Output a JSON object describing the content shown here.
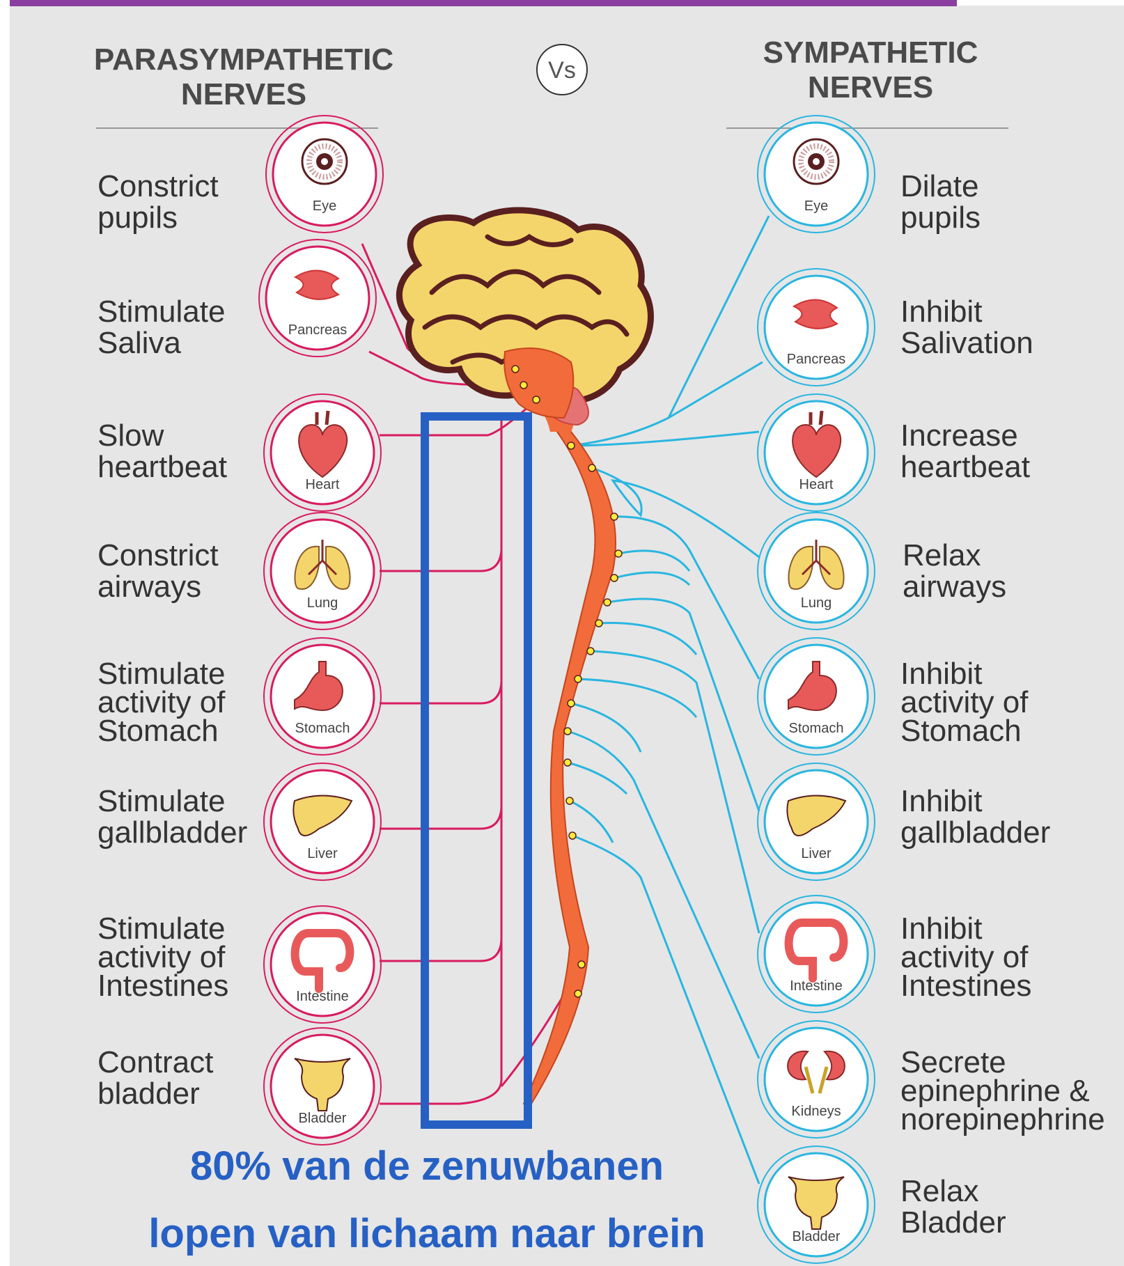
{
  "title_vs": "Vs",
  "left_heading": [
    "PARASYMPATHETIC",
    "NERVES"
  ],
  "right_heading": [
    "SYMPATHETIC",
    "NERVES"
  ],
  "parasympathetic": [
    {
      "organ": "Eye",
      "icon": "eye-icon",
      "effect": [
        "Constrict",
        "pupils"
      ]
    },
    {
      "organ": "Pancreas",
      "icon": "pancreas-icon",
      "effect": [
        "Stimulate",
        "Saliva"
      ]
    },
    {
      "organ": "Heart",
      "icon": "heart-icon",
      "effect": [
        "Slow",
        "heartbeat"
      ]
    },
    {
      "organ": "Lung",
      "icon": "lung-icon",
      "effect": [
        "Constrict",
        "airways"
      ]
    },
    {
      "organ": "Stomach",
      "icon": "stomach-icon",
      "effect": [
        "Stimulate",
        "activity of",
        "Stomach"
      ]
    },
    {
      "organ": "Liver",
      "icon": "liver-icon",
      "effect": [
        "Stimulate",
        "gallbladder"
      ]
    },
    {
      "organ": "Intestine",
      "icon": "intestine-icon",
      "effect": [
        "Stimulate",
        "activity of",
        "Intestines"
      ]
    },
    {
      "organ": "Bladder",
      "icon": "bladder-icon",
      "effect": [
        "Contract",
        "bladder"
      ]
    }
  ],
  "sympathetic": [
    {
      "organ": "Eye",
      "icon": "eye-icon",
      "effect": [
        "Dilate",
        "pupils"
      ]
    },
    {
      "organ": "Pancreas",
      "icon": "pancreas-icon",
      "effect": [
        "Inhibit",
        "Salivation"
      ]
    },
    {
      "organ": "Heart",
      "icon": "heart-icon",
      "effect": [
        "Increase",
        "heartbeat"
      ]
    },
    {
      "organ": "Lung",
      "icon": "lung-icon",
      "effect": [
        "Relax",
        "airways"
      ]
    },
    {
      "organ": "Stomach",
      "icon": "stomach-icon",
      "effect": [
        "Inhibit",
        "activity of",
        "Stomach"
      ]
    },
    {
      "organ": "Liver",
      "icon": "liver-icon",
      "effect": [
        "Inhibit",
        "gallbladder"
      ]
    },
    {
      "organ": "Intestine",
      "icon": "intestine-icon",
      "effect": [
        "Inhibit",
        "activity of",
        "Intestines"
      ]
    },
    {
      "organ": "Kidneys",
      "icon": "kidneys-icon",
      "effect": [
        "Secrete",
        "epinephrine &",
        "norepinephrine"
      ]
    },
    {
      "organ": "Bladder",
      "icon": "bladder-icon",
      "effect": [
        "Relax",
        "Bladder"
      ]
    }
  ],
  "caption": [
    "80% van de zenuwbanen",
    "lopen van lichaam naar brein"
  ],
  "colors": {
    "background": "#e6e6e6",
    "parasympathetic": "#d81b60",
    "sympathetic": "#29b6e0",
    "spine": "#f26b3a",
    "brain": "#f4d56b",
    "brain_outline": "#5a1f1f",
    "highlight_box": "#2660c4",
    "caption": "#2660c4"
  }
}
